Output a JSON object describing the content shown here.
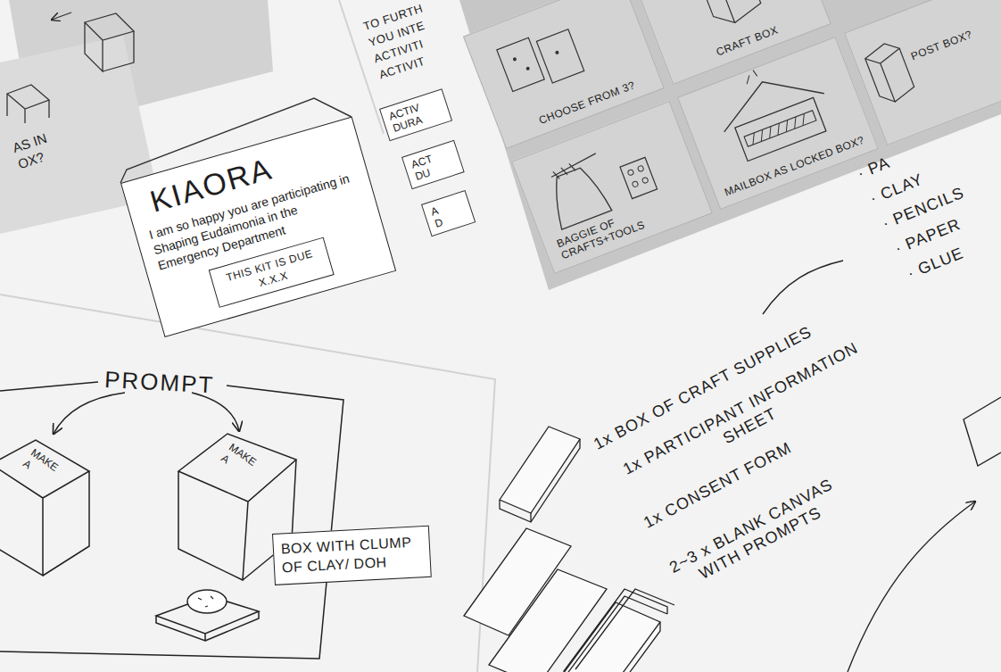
{
  "diagram": {
    "nodes": [
      {
        "text": [
          "KIAORA",
          "I am so happy you are participating in Shaping Eudaimonia in the Emergency Department"
        ]
      },
      {
        "text": [
          "THIS KIT IS DUE X.X.X"
        ],
        "in": 0
      },
      {
        "text": [
          "ACTIV",
          "DURA"
        ]
      },
      {
        "text": [
          "ACT",
          "DU"
        ]
      },
      {
        "text": [
          "A",
          "D"
        ]
      },
      {
        "text": [
          "CHOOSE FROM 3?"
        ]
      },
      {
        "text": [
          "CRAFT BOX"
        ]
      },
      {
        "text": [
          "BAGGIE OF CRAFTS+TOOLS"
        ]
      },
      {
        "text": [
          "MAILBOX AS LOCKED BOX?"
        ]
      },
      {
        "text": [
          "POST BOX?"
        ]
      },
      {
        "text": [
          "BOX WITH CLUMP OF CLAY/ DOH"
        ]
      }
    ],
    "labels": [
      "AS IN OX?",
      "TO FURTH YOU INTE ACTIVITI ACTIVIT",
      "· PA",
      "· CLAY",
      "· PENCILS",
      "· PAPER",
      "· GLUE",
      "PROMPT",
      "MAKE A",
      "MAKE A",
      "1x BOX OF CRAFT SUPPLIES",
      "1x PARTICIPANT INFORMATION SHEET",
      "1x CONSENT FORM",
      "2~3 x BLANK CANVAS WITH PROMPTS"
    ]
  }
}
